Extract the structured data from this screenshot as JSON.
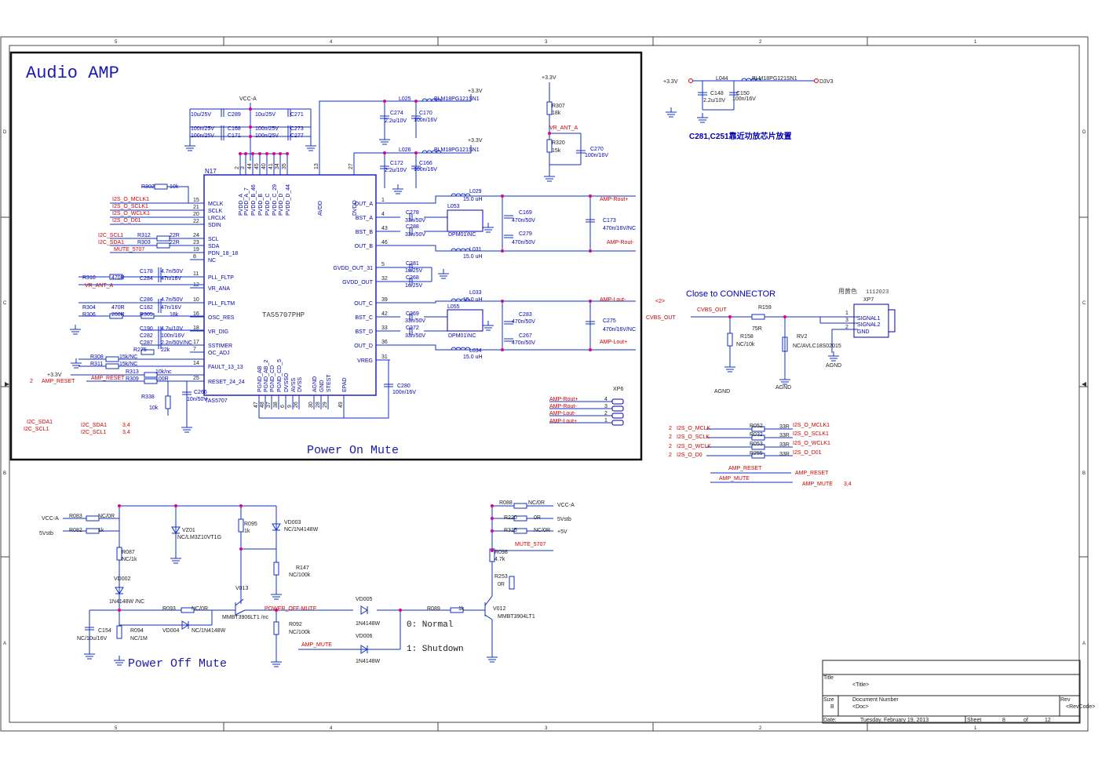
{
  "border": {
    "top_numbers": [
      "5",
      "4",
      "3",
      "2",
      "1"
    ],
    "bottom_numbers": [
      "5",
      "4",
      "3",
      "2",
      "1"
    ],
    "side_letters": [
      "D",
      "C",
      "B",
      "A"
    ]
  },
  "titles": {
    "audio_amp": "Audio AMP",
    "power_on_mute": "Power On Mute",
    "power_off_mute": "Power Off Mute",
    "close_to_connector": "Close to CONNECTOR",
    "note_cn": "C281,C251靠近功放芯片放置",
    "used_color": "用黄色",
    "used_color_code": "1112023"
  },
  "ic": {
    "ref": "N17",
    "part": "TAS5707PHP",
    "part_bottom": "TAS5707",
    "left_pins": [
      {
        "n": "15",
        "name": "MCLK"
      },
      {
        "n": "21",
        "name": "SCLK"
      },
      {
        "n": "20",
        "name": "LRCLK"
      },
      {
        "n": "22",
        "name": "SDIN"
      },
      {
        "n": "24",
        "name": "SCL"
      },
      {
        "n": "23",
        "name": "SDA"
      },
      {
        "n": "19",
        "name": "PDN_18_18"
      },
      {
        "n": "8",
        "name": "NC"
      },
      {
        "n": "11",
        "name": "PLL_FLTP"
      },
      {
        "n": "12",
        "name": "VR_ANA"
      },
      {
        "n": "10",
        "name": "PLL_FLTM"
      },
      {
        "n": "16",
        "name": "OSC_RES"
      },
      {
        "n": "18",
        "name": "VR_DIG"
      },
      {
        "n": "17",
        "name": "SSTIMER"
      },
      {
        "n": "7",
        "name": "OC_ADJ"
      },
      {
        "n": "14",
        "name": "FAULT_13_13"
      },
      {
        "n": "25",
        "name": "RESET_24_24"
      }
    ],
    "right_pins": [
      {
        "n": "1",
        "name": "OUT_A"
      },
      {
        "n": "4",
        "name": "BST_A"
      },
      {
        "n": "43",
        "name": "BST_B"
      },
      {
        "n": "46",
        "name": "OUT_B"
      },
      {
        "n": "5",
        "name": "GVDD_OUT_31"
      },
      {
        "n": "32",
        "name": "GVDD_OUT"
      },
      {
        "n": "39",
        "name": "OUT_C"
      },
      {
        "n": "42",
        "name": "BST_C"
      },
      {
        "n": "33",
        "name": "BST_D"
      },
      {
        "n": "36",
        "name": "OUT_D"
      },
      {
        "n": "31",
        "name": "VREG"
      }
    ],
    "top_pins": [
      {
        "n": "2",
        "name": "PVDD_A"
      },
      {
        "n": "3",
        "name": "PVDD_A_7"
      },
      {
        "n": "44",
        "name": "PVDD_B_46"
      },
      {
        "n": "45",
        "name": "PVDD_B"
      },
      {
        "n": "40",
        "name": "PVDD_C"
      },
      {
        "n": "41",
        "name": "PVDD_C_29"
      },
      {
        "n": "34",
        "name": "PVDD_D"
      },
      {
        "n": "35",
        "name": "PVDD_D_44"
      },
      {
        "n": "13",
        "name": "AVDD"
      },
      {
        "n": "27",
        "name": "DVDD"
      }
    ],
    "bottom_pins": [
      {
        "n": "47",
        "name": "PGND_AB"
      },
      {
        "n": "48",
        "name": "PGND_AB_2"
      },
      {
        "n": "37",
        "name": "PGND_CD"
      },
      {
        "n": "38",
        "name": "PGND_CD_5"
      },
      {
        "n": "6",
        "name": "DVSSO"
      },
      {
        "n": "9",
        "name": "AVSS"
      },
      {
        "n": "26",
        "name": "DVSS"
      },
      {
        "n": "30",
        "name": "AGND"
      },
      {
        "n": "28",
        "name": "GND"
      },
      {
        "n": "29",
        "name": "STEST"
      },
      {
        "n": "49",
        "name": "EPAD"
      }
    ]
  },
  "labels": [
    "VCC-A",
    "10u/25V",
    "C289",
    "C271",
    "100n/25V",
    "C168",
    "C273",
    "C171",
    "C277",
    "R302",
    "10k",
    "I2S_O_MCLK1",
    "I2S_O_SCLK1",
    "I2S_O_WCLK1",
    "I2S_O_D01",
    "I2C_SCL1",
    "I2C_SDA1",
    "MUTE_5707",
    "R312",
    "22R",
    "R303",
    "C178",
    "4.7n/50V",
    "R310",
    "470R",
    "C284",
    "47n/16V",
    "VR_ANT_A",
    "C286",
    "C182",
    "R304",
    "R306",
    "200R",
    "R305",
    "18k",
    "C190",
    "4.7u/10V",
    "C282",
    "100n/16V",
    "C287",
    "2.2n/50V/NC",
    "R308",
    "15k/NC",
    "R311",
    "R275",
    "22k",
    "R313",
    "10k/nc",
    "R309",
    "100R",
    "+3.3V",
    "2",
    "AMP_RESET",
    "R338",
    "C266",
    "10n/50V",
    "I2C_SDA1",
    "I2C_SCL1",
    "3,4",
    "L025",
    "BLM18PG121SN1",
    "C274",
    "2.2u/10V",
    "C170",
    "100n/16V",
    "L026",
    "C172",
    "C166",
    "R307",
    "R320",
    "15k",
    "C270",
    "L029",
    "15.0 uH",
    "C278",
    "33n/50V",
    "L053",
    "DPM01\\NC",
    "C288",
    "C169",
    "470n/50V",
    "C279",
    "C173",
    "470n/16V/NC",
    "AMP-Rout+",
    "AMP-Rout-",
    "L031",
    "C281",
    "1u/25V",
    "C268",
    "L033",
    "C269",
    "L055",
    "C272",
    "C283",
    "C267",
    "C275",
    "L034",
    "AMP-Lout-",
    "AMP-Lout+",
    "C280",
    "100n/16V",
    "XP6",
    "4",
    "3",
    "1",
    "L044",
    "C148",
    "C150",
    "D3V3",
    "<2>",
    "CVBS_OUT",
    "R159",
    "75R",
    "R158",
    "NC/10k",
    "RV2",
    "NC/AVLC18S02015",
    "XP7",
    "SIGNAL1",
    "SIGNAL2",
    "GND",
    "AGND",
    "I2S_O_MCLK",
    "I2S_O_SCLK",
    "I2S_O_WCLK",
    "I2S_O_D0",
    "R052",
    "R032",
    "R053",
    "R255",
    "33R",
    "I2S_O_SCLK1",
    "AMP_MUTE",
    "R083",
    "NC/0R",
    "R082",
    "1k",
    "5Vstb",
    "VZ01",
    "NC/LM3Z10VT1G",
    "R095",
    "VD003",
    "NC/1N4148W",
    "R087",
    "NC/1k",
    "VD002",
    "1N4148W /NC",
    "R147",
    "NC/100k",
    "V013",
    "MMBT3906LT1 /nc",
    "R093",
    "VD004",
    "C154",
    "NC/10u/16V",
    "R094",
    "NC/1M",
    "POWER_OFF-MUTE",
    "R092",
    "VD005",
    "VD006",
    "1N4148W",
    "0: Normal",
    "1: Shutdown",
    "R088",
    "R220",
    "0R",
    "R315",
    "+5V",
    "R098",
    "4.7k",
    "R253",
    "R089",
    "V012",
    "MMBT3904LT1"
  ],
  "title_block": {
    "title_label": "Title",
    "title_value": "<Title>",
    "size_label": "Size",
    "size_value": "B",
    "docnum_label": "Document Number",
    "docnum_value": "<Doc>",
    "rev_label": "Rev",
    "rev_value": "<RevCode>",
    "date_label": "Date:",
    "date_value": "Tuesday, February 19, 2013",
    "sheet_label": "Sheet",
    "sheet_value": "8",
    "of_label": "of",
    "of_value": "12"
  }
}
